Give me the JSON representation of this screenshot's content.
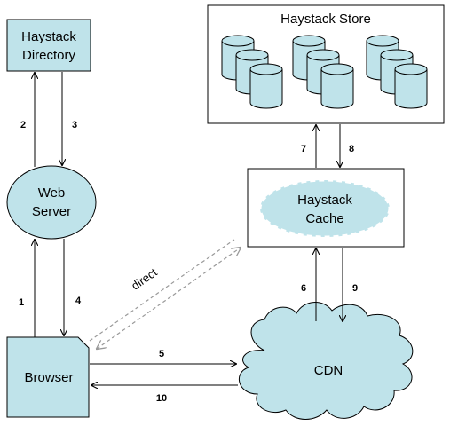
{
  "nodes": {
    "directory": {
      "line1": "Haystack",
      "line2": "Directory"
    },
    "web_server": {
      "line1": "Web",
      "line2": "Server"
    },
    "browser": {
      "label": "Browser"
    },
    "store": {
      "title": "Haystack Store"
    },
    "cache": {
      "line1": "Haystack",
      "line2": "Cache"
    },
    "cdn": {
      "label": "CDN"
    }
  },
  "edges": {
    "e1": "1",
    "e2": "2",
    "e3": "3",
    "e4": "4",
    "e5": "5",
    "e6": "6",
    "e7": "7",
    "e8": "8",
    "e9": "9",
    "e10": "10",
    "direct": "direct"
  },
  "colors": {
    "node_fill": "#bfe3ea",
    "line": "#000000",
    "dashed": "#999999",
    "cylinder_fill": "#bfe3ea"
  }
}
